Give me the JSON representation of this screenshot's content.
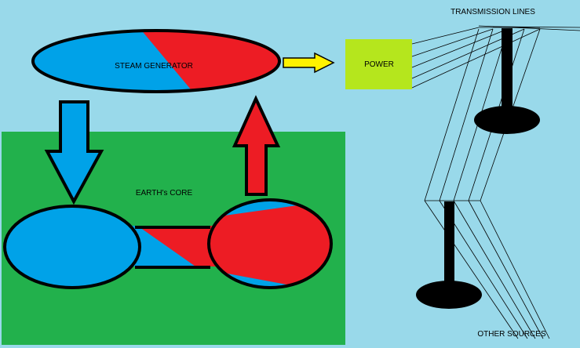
{
  "labels": {
    "steam_generator": "STEAM GENERATOR",
    "power": "POWER",
    "earths_core": "EARTH's CORE",
    "transmission_lines": "TRANSMISSION LINES",
    "other_sources": "OTHER SOURCES"
  },
  "colors": {
    "sky": "#99d9ea",
    "ground": "#22b14c",
    "cold": "#00a2e8",
    "hot": "#ed1c24",
    "power_box": "#b5e61d",
    "arrow_yellow": "#fff200",
    "outline": "#000000"
  }
}
